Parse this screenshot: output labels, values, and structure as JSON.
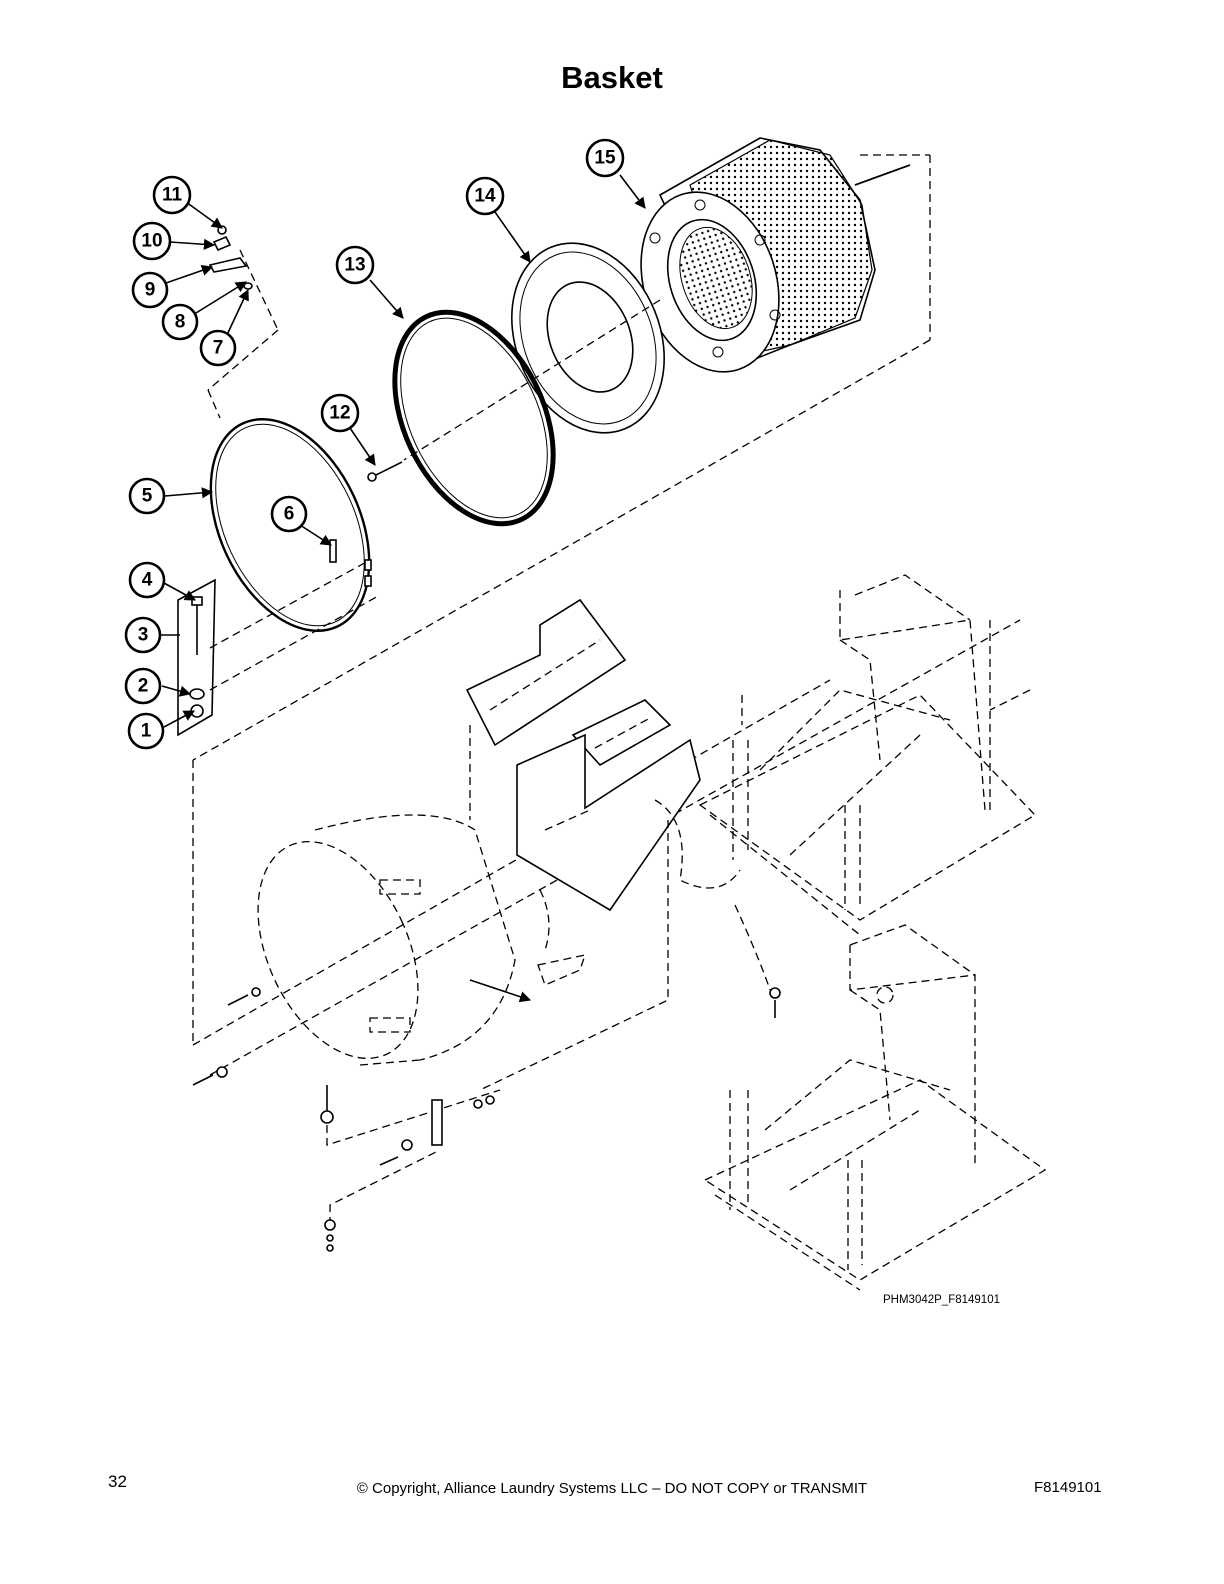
{
  "page": {
    "title": "Basket",
    "figure_code": "PHM3042P_F8149101",
    "page_number": "32",
    "copyright": "© Copyright, Alliance Laundry Systems LLC – DO NOT COPY or TRANSMIT",
    "document_number": "F8149101"
  },
  "callouts": [
    {
      "label": "1"
    },
    {
      "label": "2"
    },
    {
      "label": "3"
    },
    {
      "label": "4"
    },
    {
      "label": "5"
    },
    {
      "label": "6"
    },
    {
      "label": "7"
    },
    {
      "label": "8"
    },
    {
      "label": "9"
    },
    {
      "label": "10"
    },
    {
      "label": "11"
    },
    {
      "label": "12"
    },
    {
      "label": "13"
    },
    {
      "label": "14"
    },
    {
      "label": "15"
    }
  ]
}
